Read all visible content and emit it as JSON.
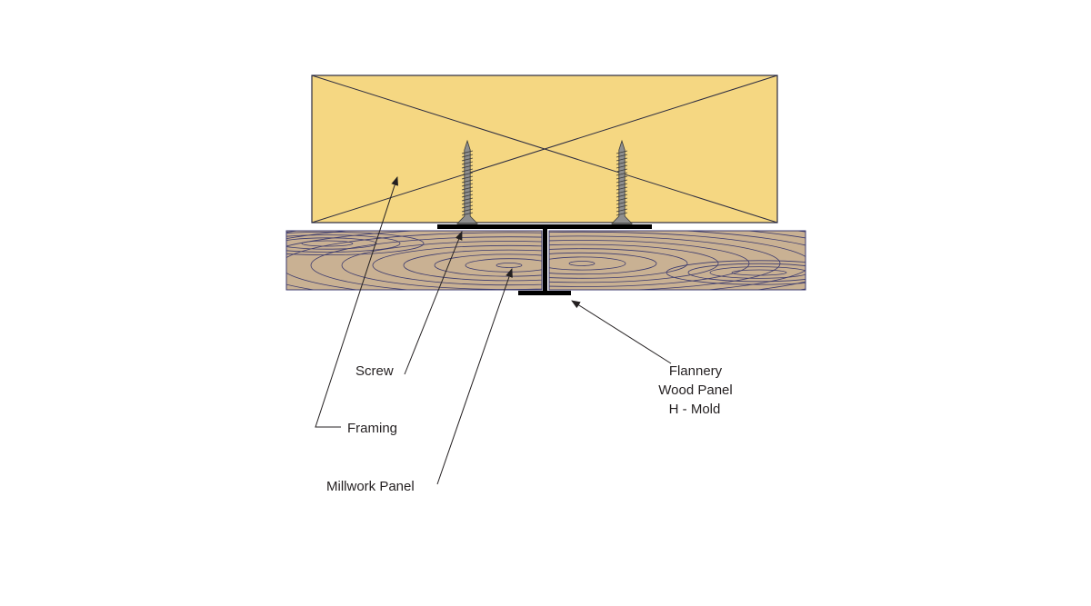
{
  "labels": {
    "screw": "Screw",
    "framing": "Framing",
    "millwork_panel": "Millwork Panel",
    "hmold_line1": "Flannery",
    "hmold_line2": "Wood Panel",
    "hmold_line3": "H - Mold"
  },
  "colors": {
    "framing_fill": "#f5d782",
    "panel_fill": "#c9b193",
    "grain_stroke": "#3b3a6e",
    "mold": "#000000",
    "screw_fill": "#8e8e8e",
    "outline": "#2b2b40",
    "text": "#231f20"
  }
}
